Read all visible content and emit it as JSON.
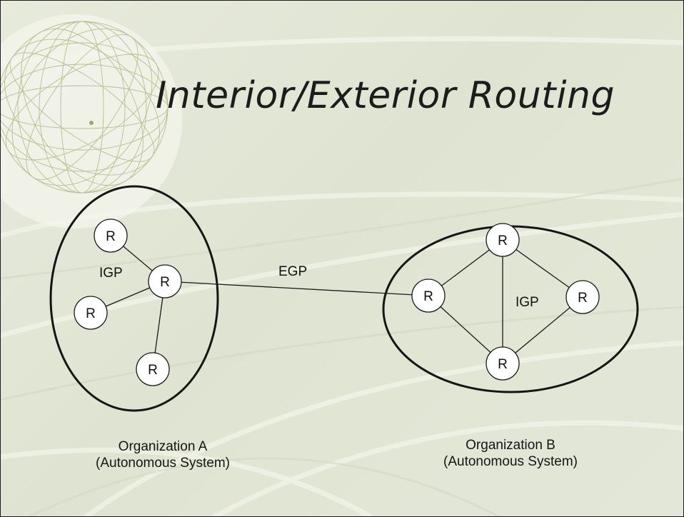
{
  "slide": {
    "title": "Interior/Exterior Routing",
    "colors": {
      "background": "#e3e7d8",
      "line": "#1a1a1a",
      "node_fill": "#ffffff",
      "globe": "#b8bf8f"
    }
  },
  "diagram": {
    "router_label": "R",
    "protocols": {
      "interior": "IGP",
      "exterior": "EGP"
    },
    "organizations": [
      {
        "id": "a",
        "name": "Organization A",
        "subtitle": "(Autonomous System)",
        "protocol": "IGP",
        "router_count": 4
      },
      {
        "id": "b",
        "name": "Organization B",
        "subtitle": "(Autonomous System)",
        "protocol": "IGP",
        "router_count": 4
      }
    ],
    "connections": [
      {
        "from": "A.hub",
        "to": "A.top"
      },
      {
        "from": "A.hub",
        "to": "A.left"
      },
      {
        "from": "A.hub",
        "to": "A.bottom"
      },
      {
        "from": "A.hub",
        "to": "B.left",
        "label": "EGP"
      },
      {
        "from": "B.left",
        "to": "B.top"
      },
      {
        "from": "B.left",
        "to": "B.bottom"
      },
      {
        "from": "B.top",
        "to": "B.bottom"
      },
      {
        "from": "B.top",
        "to": "B.right"
      },
      {
        "from": "B.bottom",
        "to": "B.right"
      }
    ]
  }
}
